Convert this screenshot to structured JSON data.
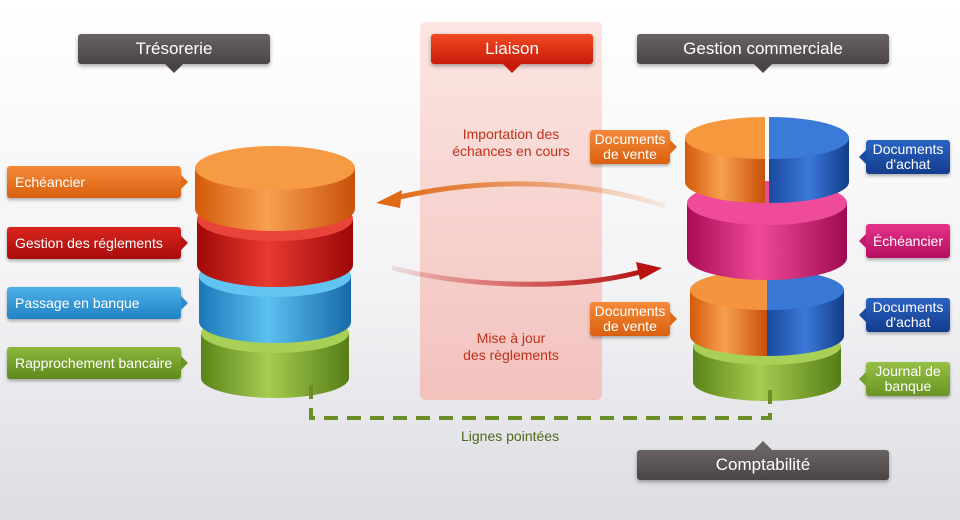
{
  "headers": {
    "tresorerie": "Trésorerie",
    "liaison": "Liaison",
    "gestion": "Gestion commerciale",
    "comptabilite": "Comptabilité"
  },
  "left_labels": [
    "Echéancier",
    "Gestion des réglements",
    "Passage en banque",
    "Rapprochement bancaire"
  ],
  "liaison_texts": {
    "import": [
      "Importation des",
      "échances en cours"
    ],
    "maj": [
      "Mise à jour",
      "des règlements"
    ]
  },
  "right_left_labels": {
    "docs_vente_top": [
      "Documents",
      "de vente"
    ],
    "docs_vente_bottom": [
      "Documents",
      "de vente"
    ]
  },
  "right_right_labels": {
    "docs_achat_top": [
      "Documents",
      "d'achat"
    ],
    "echeancier": "Échéancier",
    "docs_achat_bottom": [
      "Documents",
      "d'achat"
    ],
    "journal": [
      "Journal de",
      "banque"
    ]
  },
  "lignes": "Lignes pointées",
  "colors": {
    "orange": "#e8761e",
    "red": "#c41414",
    "blue": "#2f9ad8",
    "green": "#7aa52a",
    "navy": "#1c4ea6",
    "pink": "#d01c74",
    "liaison_red": "#e3301a",
    "dashed_green": "#6b8f24"
  }
}
